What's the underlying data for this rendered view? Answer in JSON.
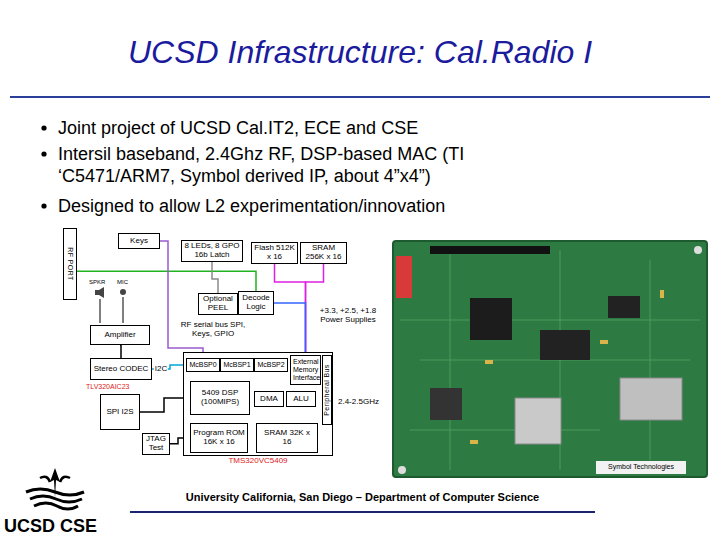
{
  "diagram": {
    "title": "UCSD Infrastructure: Cal.Radio I",
    "nodes": [
      {
        "text": [
          "RF PORT"
        ]
      },
      {
        "text": [
          "Keys"
        ]
      },
      {
        "text": [
          "8 LEDs, 8 GPO 16b Latch"
        ]
      },
      {
        "text": [
          "Flash 512K x 16"
        ]
      },
      {
        "text": [
          "SRAM 256K x 16"
        ]
      },
      {
        "text": [
          "Optional PEEL"
        ]
      },
      {
        "text": [
          "Decode Logic"
        ]
      },
      {
        "text": [
          "Amplifier"
        ]
      },
      {
        "text": [
          "Stereo CODEC"
        ]
      },
      {
        "text": [
          "SPI I2S"
        ]
      },
      {
        "text": [
          "JTAG Test"
        ]
      },
      {
        "text": [
          "TMS320VC5409"
        ]
      },
      {
        "text": [
          "McBSP0"
        ],
        "in": 11
      },
      {
        "text": [
          "McBSP1"
        ],
        "in": 11
      },
      {
        "text": [
          "McBSP2"
        ],
        "in": 11
      },
      {
        "text": [
          "External Memory Interface"
        ],
        "in": 11
      },
      {
        "text": [
          "5409 DSP (100MIPS)"
        ],
        "in": 11
      },
      {
        "text": [
          "DMA"
        ],
        "in": 11
      },
      {
        "text": [
          "ALU"
        ],
        "in": 11
      },
      {
        "text": [
          "Peripheral Bus"
        ],
        "in": 11
      },
      {
        "text": [
          "Program ROM 16K x 16"
        ],
        "in": 11
      },
      {
        "text": [
          "SRAM 32K x 16"
        ],
        "in": 11
      }
    ],
    "edges": [
      {
        "from": 0,
        "to": 6,
        "arrow": "none"
      },
      {
        "from": 2,
        "to": 5,
        "arrow": "none"
      },
      {
        "from": 1,
        "to": 12,
        "arrow": "none"
      },
      {
        "from": 3,
        "to": 15,
        "arrow": "none"
      },
      {
        "from": 4,
        "to": 15,
        "arrow": "none"
      },
      {
        "from": 6,
        "to": 15,
        "arrow": "none"
      },
      {
        "from": 7,
        "to": 8,
        "arrow": "none"
      },
      {
        "from": 8,
        "to": 12,
        "label": "I2C",
        "arrow": "none"
      },
      {
        "from": 9,
        "to": 16,
        "arrow": "none"
      },
      {
        "from": 10,
        "to": 20,
        "arrow": "none"
      }
    ],
    "labels": [
      "Joint project of UCSD Cal.IT2, ECE and CSE",
      "Intersil baseband, 2.4Ghz RF, DSP-based MAC (TI ‘C5471/ARM7, Symbol derived IP, about 4”x4”)",
      "Designed to allow L2 experimentation/innovation",
      "SPKR",
      "MIC",
      "+3.3, +2.5, +1.8 Power Supplies",
      "RF serial bus SPI, Keys, GPIO",
      "TLV320AIC23",
      "2.4-2.5GHz",
      "Symbol Technologies",
      "University California, San Diego – Department of Computer Science",
      "UCSD CSE"
    ]
  }
}
